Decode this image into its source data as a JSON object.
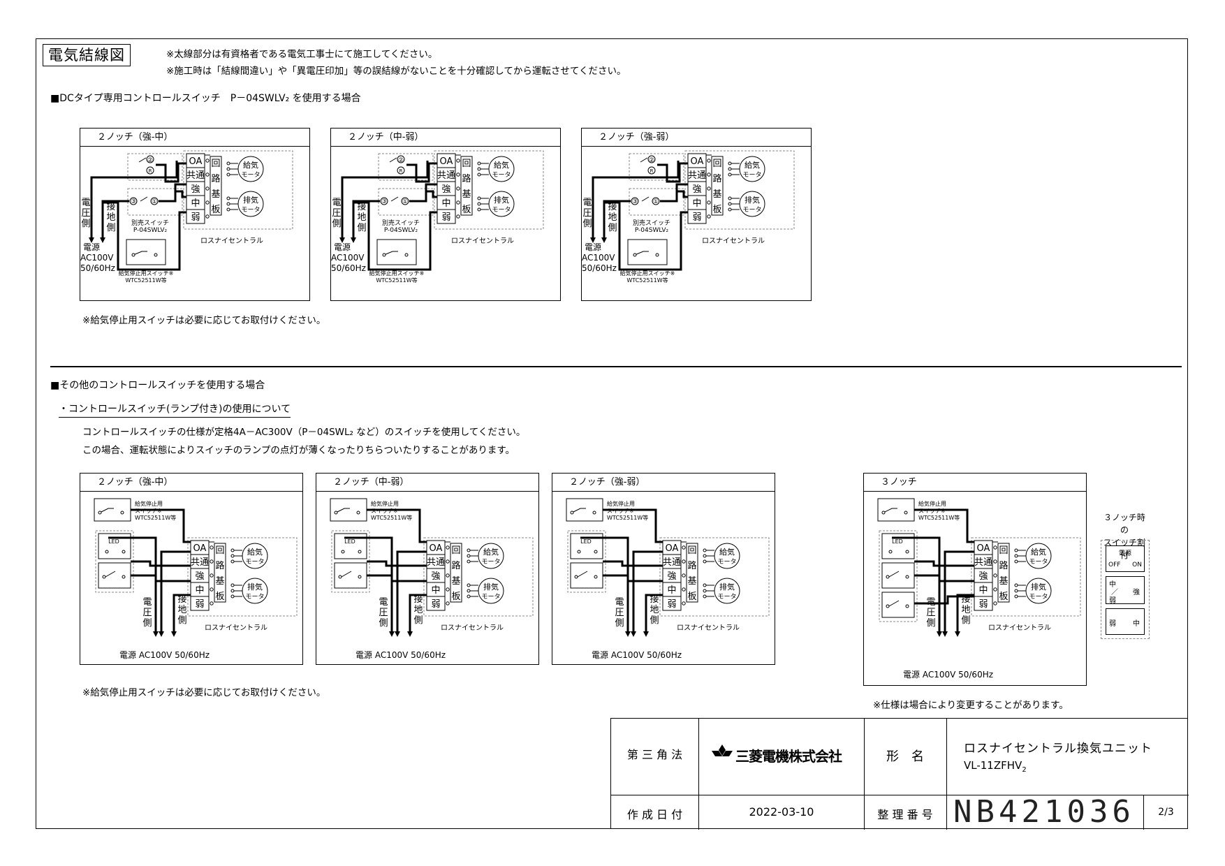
{
  "title": "電気結線図",
  "notes": [
    "※太線部分は有資格者である電気工事士にて施工してください。",
    "※施工時は「結線間違い」や「異電圧印加」等の誤結線がないことを十分確認してから運転させてください。"
  ],
  "section1": {
    "heading": "■DCタイプ専用コントロールスイッチ　P－04SWLV₂ を使用する場合",
    "footnote": "※給気停止用スイッチは必要に応じてお取付けください。",
    "panels": [
      {
        "title": "２ノッチ（強-中）"
      },
      {
        "title": "２ノッチ（中-弱）"
      },
      {
        "title": "２ノッチ（強-弱）"
      }
    ]
  },
  "section2": {
    "heading": "■その他のコントロールスイッチを使用する場合",
    "subheading": "・コントロールスイッチ(ランプ付き)の使用について",
    "text1": "コントロールスイッチの仕様が定格4A－AC300V（P－04SWL₂ など）のスイッチを使用してください。",
    "text2": "この場合、運転状態によりスイッチのランプの点灯が薄くなったりちらついたりすることがあります。",
    "footnote": "※給気停止用スイッチは必要に応じてお取付けください。",
    "panels": [
      {
        "title": "２ノッチ（強-中）"
      },
      {
        "title": "２ノッチ（中-弱）"
      },
      {
        "title": "２ノッチ（強-弱）"
      },
      {
        "title": "３ノッチ"
      }
    ],
    "notch3_label": [
      "３ノッチ時の",
      "スイッチ割付"
    ],
    "notch3_assign": {
      "r1_top": "電源",
      "r1_l": "OFF",
      "r1_r": "ON",
      "r2_top": "中",
      "r2_mid": "／",
      "r2_r": "強",
      "r2_bot": "弱",
      "r3_l": "弱",
      "r3_r": "中"
    },
    "spec_note": "※仕様は場合により変更することがあります。"
  },
  "labels": {
    "oa": "OA",
    "common": "共通",
    "strong": "強",
    "medium": "中",
    "weak": "弱",
    "board": [
      "回",
      "路",
      "基",
      "板"
    ],
    "supply_motor": [
      "給気",
      "モータ"
    ],
    "exhaust_motor": [
      "排気",
      "モータ"
    ],
    "lossnay": "ロスナイセントラル",
    "voltage_side": [
      "電",
      "圧",
      "側"
    ],
    "ground_side": [
      "接",
      "地",
      "側"
    ],
    "power": "電源",
    "ac": "AC100V",
    "hz": "50/60Hz",
    "power_full": "電源 AC100V 50/60Hz",
    "sold_switch": "別売スイッチ",
    "sold_switch_model": "P-04SWLV₂",
    "stop_switch": "給気停止用スイッチ※",
    "stop_switch_model": "WTC52511W等",
    "stop_switch_a": "給気停止用",
    "stop_switch_b": "スイッチ※",
    "led": "LED"
  },
  "titleblock": {
    "projection": "第 三 角 法",
    "company": "三菱電機株式会社",
    "model_label": "形　名",
    "product": "ロスナイセントラル換気ユニット",
    "model": "VL-11ZFHV",
    "model_sub": "2",
    "date_label": "作 成 日 付",
    "date": "2022-03-10",
    "number_label": "整 理 番 号",
    "number": "NB421036",
    "page": "2/3"
  }
}
